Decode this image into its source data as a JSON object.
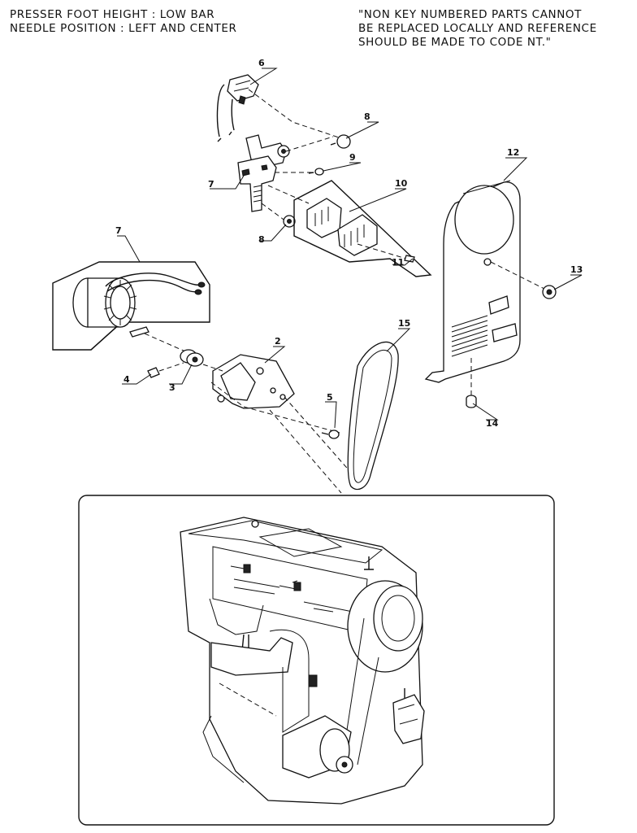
{
  "header": {
    "left_lines": [
      "PRESSER FOOT HEIGHT : LOW BAR",
      "NEEDLE POSITION : LEFT AND CENTER"
    ],
    "right_lines": [
      "\"NON KEY NUMBERED PARTS CANNOT",
      "BE REPLACED LOCALLY AND REFERENCE",
      "SHOULD BE MADE TO CODE NT.\""
    ]
  },
  "callouts": {
    "c6": "6",
    "c8a": "8",
    "c9": "9",
    "c7a": "7",
    "c10": "10",
    "c8b": "8",
    "c11": "11",
    "c12": "12",
    "c13": "13",
    "c7b": "7",
    "c2": "2",
    "c15": "15",
    "c4": "4",
    "c3": "3",
    "c5": "5",
    "c14": "14"
  }
}
